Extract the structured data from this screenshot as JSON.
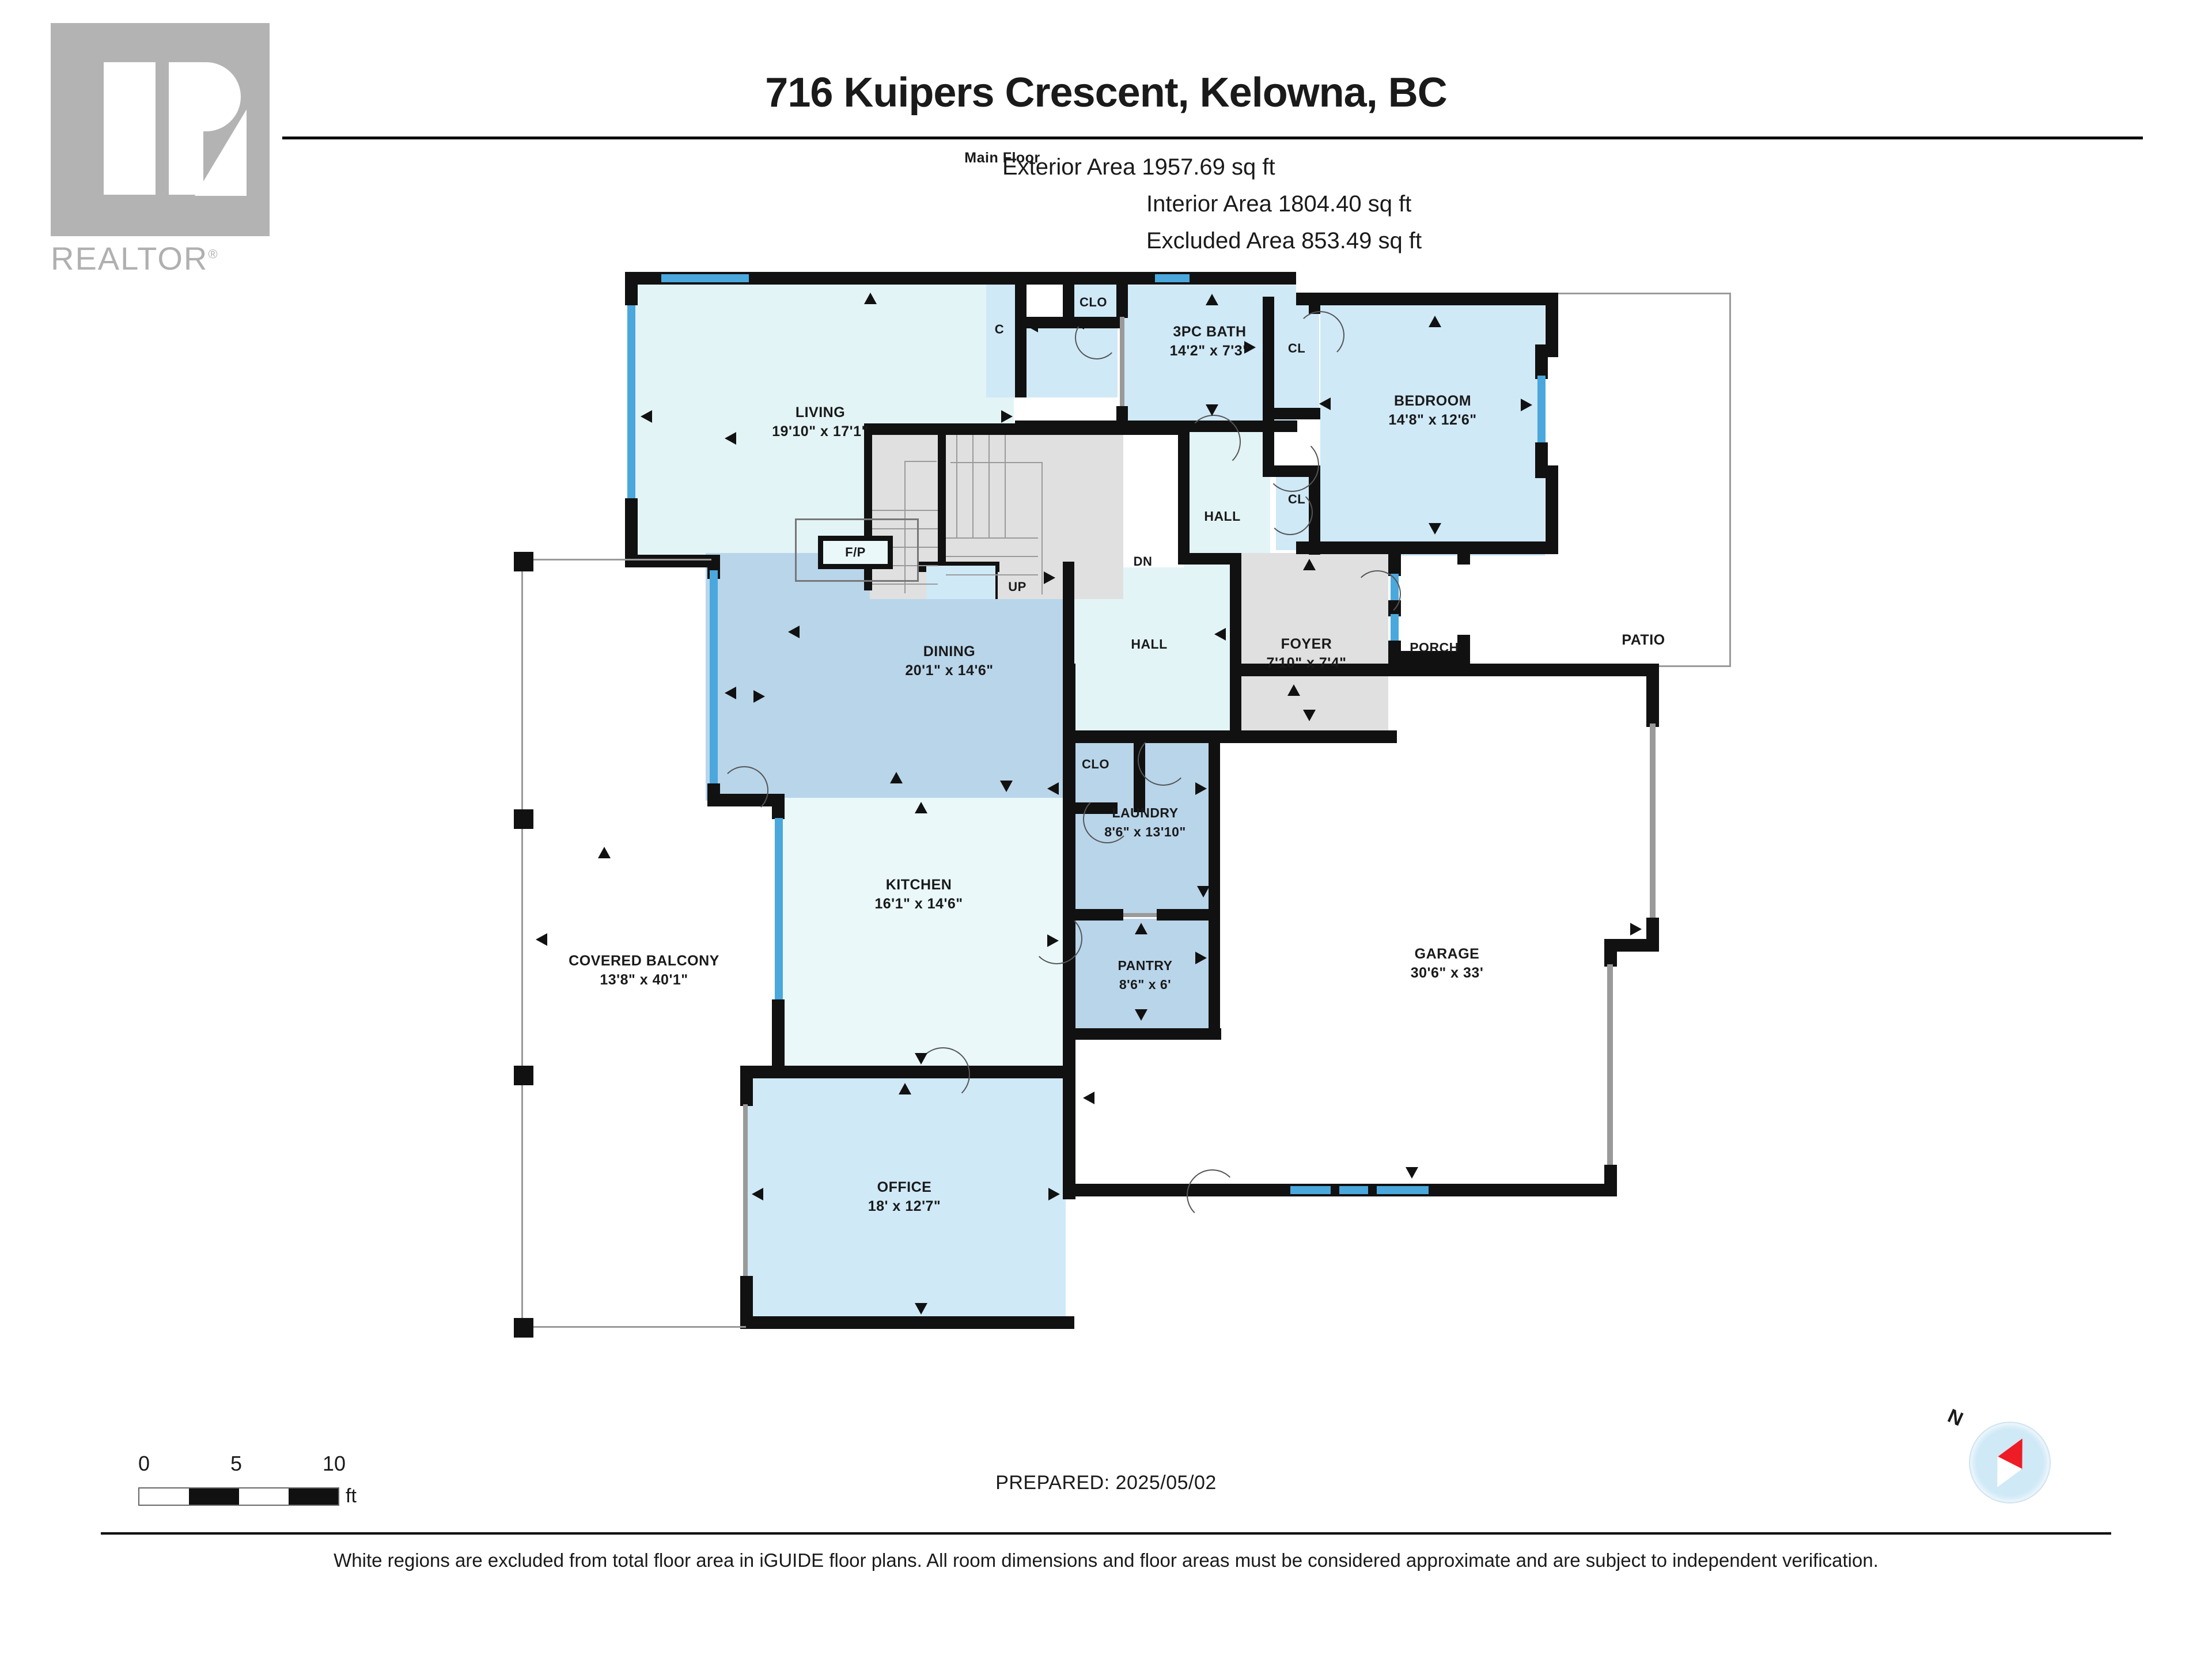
{
  "logo": {
    "brand": "REALTOR",
    "trademark": "®"
  },
  "header": {
    "title": "716 Kuipers Crescent, Kelowna, BC",
    "floor_label": "Main Floor",
    "exterior_area": "Exterior Area 1957.69 sq ft",
    "interior_area": "Interior Area 1804.40 sq ft",
    "excluded_area": "Excluded Area 853.49 sq ft"
  },
  "rooms": [
    {
      "name": "LIVING",
      "dims": "19'10\" x 17'1\""
    },
    {
      "name": "3PC BATH",
      "dims": "14'2\" x 7'3\""
    },
    {
      "name": "BEDROOM",
      "dims": "14'8\" x 12'6\""
    },
    {
      "name": "DINING",
      "dims": "20'1\" x 14'6\""
    },
    {
      "name": "FOYER",
      "dims": "7'10\" x 7'4\""
    },
    {
      "name": "KITCHEN",
      "dims": "16'1\" x 14'6\""
    },
    {
      "name": "LAUNDRY",
      "dims": "8'6\" x 13'10\""
    },
    {
      "name": "PANTRY",
      "dims": "8'6\" x 6'"
    },
    {
      "name": "OFFICE",
      "dims": "18' x 12'7\""
    },
    {
      "name": "GARAGE",
      "dims": "30'6\" x 33'"
    },
    {
      "name": "COVERED BALCONY",
      "dims": "13'8\" x 40'1\""
    },
    {
      "name": "PATIO",
      "dims": ""
    },
    {
      "name": "PORCH",
      "dims": ""
    }
  ],
  "markers": {
    "hall_upper": "HALL",
    "hall_lower": "HALL",
    "clo_top": "CLO",
    "clo_lower": "CLO",
    "closet_c": "C",
    "closet_cl_upper": "CL",
    "closet_cl_lower": "CL",
    "fireplace": "F/P",
    "stairs_up": "UP",
    "stairs_dn": "DN"
  },
  "scale": {
    "zero": "0",
    "mid": "5",
    "max": "10",
    "unit": "ft"
  },
  "compass": {
    "north_label": "N"
  },
  "footer": {
    "prepared": "PREPARED: 2025/05/02",
    "disclaimer": "White regions are excluded from total floor area in iGUIDE floor plans. All room dimensions and floor areas must be considered approximate and are subject to independent verification."
  },
  "colors": {
    "room_pale_cyan": "#e3f4f6",
    "room_blue": "#b9d5ea",
    "room_light_blue": "#cfe5f5",
    "room_grey": "#e0e0e0",
    "wall": "#111111",
    "window": "#4aa8dd",
    "excluded_white": "#ffffff"
  }
}
